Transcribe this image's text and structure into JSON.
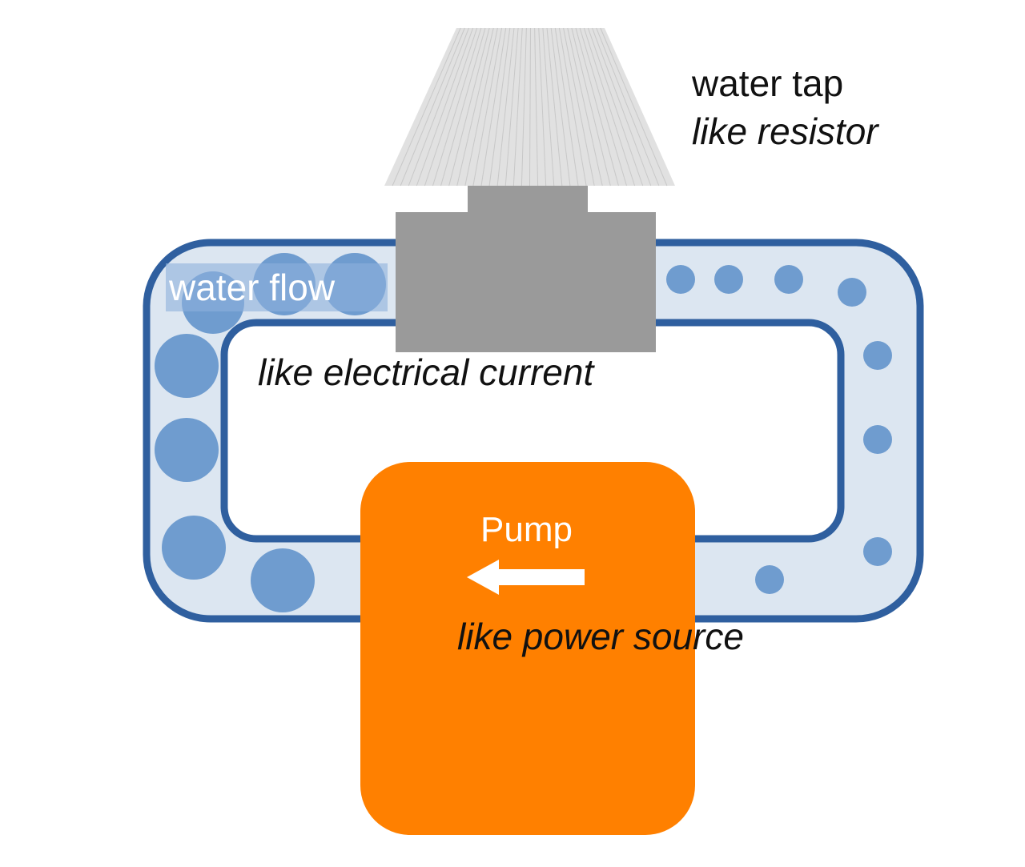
{
  "labels": {
    "tap_title": "water tap",
    "tap_analogy": "like resistor",
    "flow_title": "water flow",
    "flow_analogy": "like electrical current",
    "pump_title": "Pump",
    "pump_analogy": "like power source"
  },
  "colors": {
    "pipe_outline": "#2f5f9f",
    "pipe_fill": "#dce6f1",
    "water_particle": "#6f9ccf",
    "tap_base": "#9a9a9a",
    "tap_handle": "#e1e1e1",
    "pump": "#ff8000",
    "pump_text": "#ffffff",
    "flow_label_bg": "#8db1dc",
    "text": "#111111"
  },
  "icons": {
    "flow_direction": "left-arrow-icon",
    "tap": "water-tap-icon",
    "pump": "pump-block"
  }
}
